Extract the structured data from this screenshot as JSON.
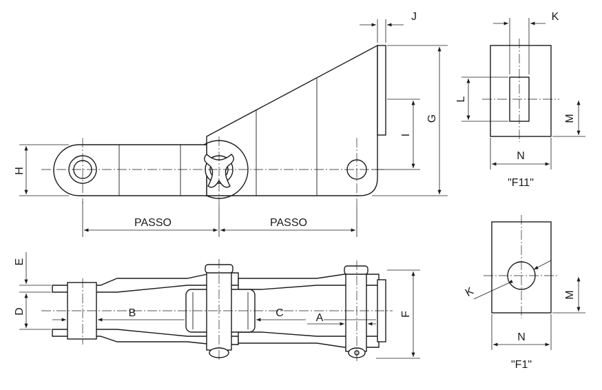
{
  "labels": {
    "passo": "PASSO",
    "a": "A",
    "b": "B",
    "c": "C",
    "d": "D",
    "e": "E",
    "f": "F",
    "g": "G",
    "h": "H",
    "i": "I",
    "j": "J",
    "k": "K",
    "l": "L",
    "m": "M",
    "n": "N"
  },
  "views": {
    "f11": "\"F11\"",
    "f1": "\"F1\""
  }
}
